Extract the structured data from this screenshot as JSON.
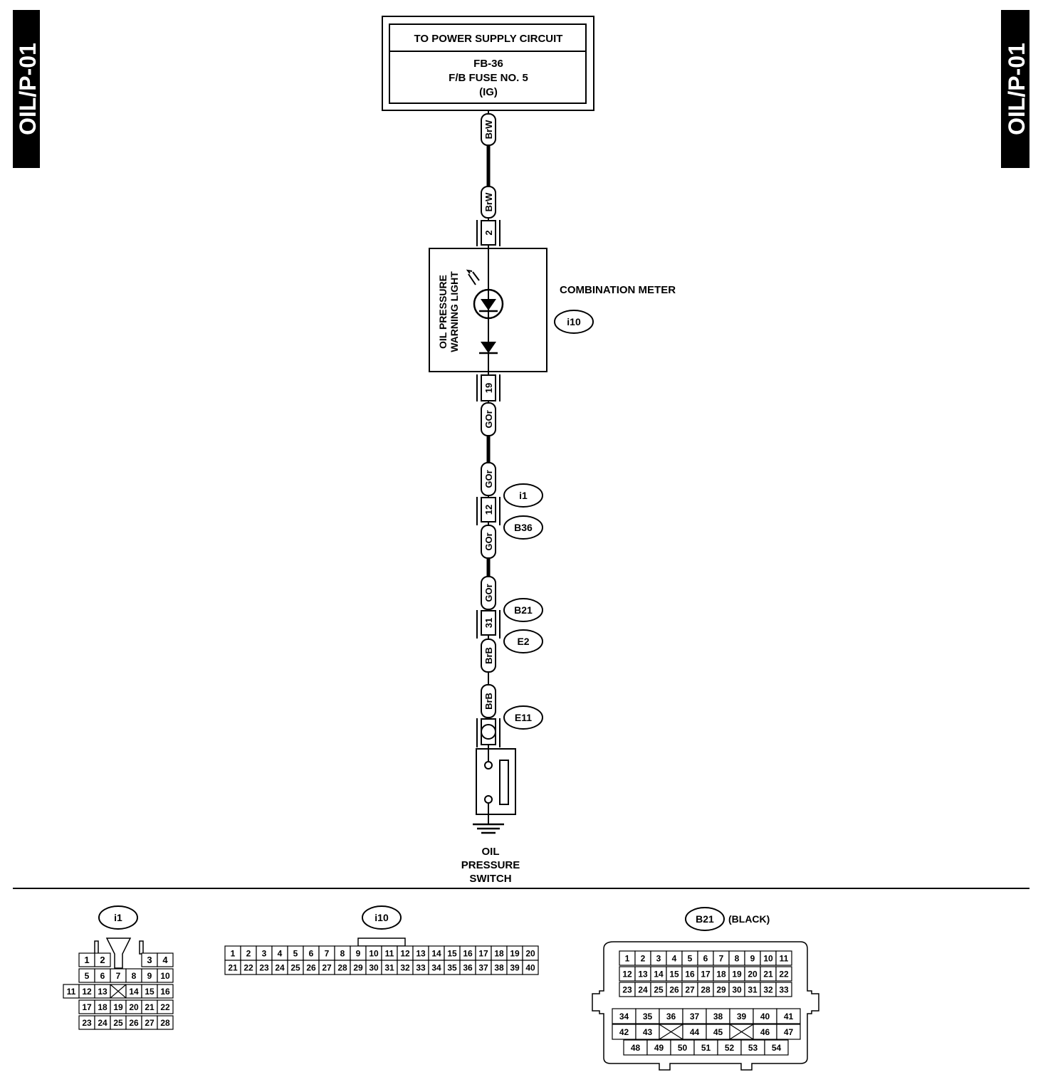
{
  "page_tab": "OIL/P-01",
  "power_supply": {
    "title": "TO POWER SUPPLY CIRCUIT",
    "line1": "FB-36",
    "line2": "F/B FUSE NO. 5",
    "line3": "(IG)"
  },
  "wires": {
    "brw": "BrW",
    "gor": "GOr",
    "brb": "BrB"
  },
  "pins": {
    "meter_in": "2",
    "meter_out": "19",
    "i1_b36": "12",
    "b21_e2": "31"
  },
  "combination_meter": {
    "name": "COMBINATION METER",
    "connector": "i10",
    "lamp_line1": "OIL PRESSURE",
    "lamp_line2": "WARNING LIGHT"
  },
  "connectors": {
    "i1": "i1",
    "b36": "B36",
    "b21": "B21",
    "e2": "E2",
    "e11": "E11"
  },
  "switch": {
    "line1": "OIL",
    "line2": "PRESSURE",
    "line3": "SWITCH"
  },
  "connector_views": {
    "i1": {
      "label": "i1",
      "rows": [
        [
          "1",
          "2",
          "",
          "",
          "3",
          "4"
        ],
        [
          "5",
          "6",
          "7",
          "8",
          "9",
          "10"
        ],
        [
          "11",
          "12",
          "13",
          "X",
          "14",
          "15",
          "16"
        ],
        [
          "17",
          "18",
          "19",
          "20",
          "21",
          "22"
        ],
        [
          "23",
          "24",
          "25",
          "26",
          "27",
          "28"
        ]
      ]
    },
    "i10": {
      "label": "i10",
      "rows": [
        [
          "1",
          "2",
          "3",
          "4",
          "5",
          "6",
          "7",
          "8",
          "9",
          "10",
          "11",
          "12",
          "13",
          "14",
          "15",
          "16",
          "17",
          "18",
          "19",
          "20"
        ],
        [
          "21",
          "22",
          "23",
          "24",
          "25",
          "26",
          "27",
          "28",
          "29",
          "30",
          "31",
          "32",
          "33",
          "34",
          "35",
          "36",
          "37",
          "38",
          "39",
          "40"
        ]
      ]
    },
    "b21": {
      "label": "B21",
      "color_note": "(BLACK)",
      "rows": [
        [
          "1",
          "2",
          "3",
          "4",
          "5",
          "6",
          "7",
          "8",
          "9",
          "10",
          "11"
        ],
        [
          "12",
          "13",
          "14",
          "15",
          "16",
          "17",
          "18",
          "19",
          "20",
          "21",
          "22"
        ],
        [
          "23",
          "24",
          "25",
          "26",
          "27",
          "28",
          "29",
          "30",
          "31",
          "32",
          "33"
        ],
        [
          "34",
          "35",
          "36",
          "37",
          "38",
          "39",
          "40",
          "41"
        ],
        [
          "42",
          "43",
          "X",
          "44",
          "45",
          "X",
          "46",
          "47"
        ],
        [
          "48",
          "49",
          "50",
          "51",
          "52",
          "53",
          "54"
        ]
      ]
    }
  }
}
